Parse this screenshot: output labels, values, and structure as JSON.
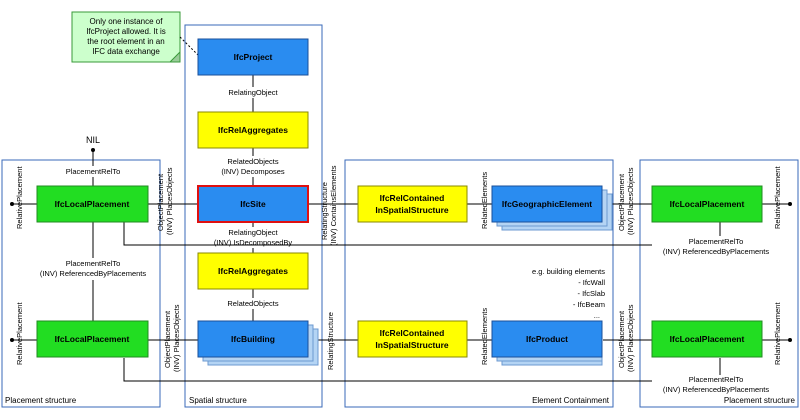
{
  "note": {
    "lines": [
      "Only one instance of",
      "IfcProject allowed. It is",
      "the root element in an",
      "IFC data exchange"
    ]
  },
  "nil": "NIL",
  "panels": {
    "placement_left": "Placement structure",
    "spatial": "Spatial structure",
    "element_containment": "Element Containment",
    "placement_right": "Placement structure"
  },
  "boxes": {
    "ifc_project": "IfcProject",
    "ifc_rel_aggregates_top": "IfcRelAggregates",
    "ifc_site": "IfcSite",
    "ifc_rel_aggregates_bottom": "IfcRelAggregates",
    "ifc_building": "IfcBuilding",
    "ifc_local_placement_left_top": "IfcLocalPlacement",
    "ifc_local_placement_left_bottom": "IfcLocalPlacement",
    "ifc_rel_contained_top": [
      "IfcRelContained",
      "InSpatialStructure"
    ],
    "ifc_rel_contained_bottom": [
      "IfcRelContained",
      "InSpatialStructure"
    ],
    "ifc_geographic_element": "IfcGeographicElement",
    "ifc_product": "IfcProduct",
    "ifc_local_placement_right_top": "IfcLocalPlacement",
    "ifc_local_placement_right_bottom": "IfcLocalPlacement"
  },
  "labels": {
    "relating_object_top": "RelatingObject",
    "related_objects_top": [
      "RelatedObjects",
      "(INV) Decomposes"
    ],
    "relating_object_bottom": [
      "RelatingObject",
      "(INV) IsDecomposedBy"
    ],
    "related_objects_bottom": "RelatedObjects",
    "placement_rel_to_top": "PlacementRelTo",
    "placement_rel_to_mid": [
      "PlacementRelTo",
      "(INV) ReferencedByPlacements"
    ],
    "placement_rel_to_right_top": [
      "PlacementRelTo",
      "(INV) ReferencedByPlacements"
    ],
    "placement_rel_to_right_bottom": [
      "PlacementRelTo",
      "(INV) ReferencedByPlacements"
    ],
    "relative_placement": "RelativePlacement",
    "object_placement_pair": [
      "ObjectPlacement",
      "(INV) PlacesObjects"
    ],
    "relating_structure_top": [
      "RelatingStructure",
      "(INV) ContainsElements"
    ],
    "relating_structure_bottom": "RelatingStructure",
    "related_elements": "RelatedElements",
    "building_elements": [
      "e.g. building elements",
      "- IfcWall",
      "- IfcSlab",
      "- IfcBeam",
      "..."
    ]
  }
}
